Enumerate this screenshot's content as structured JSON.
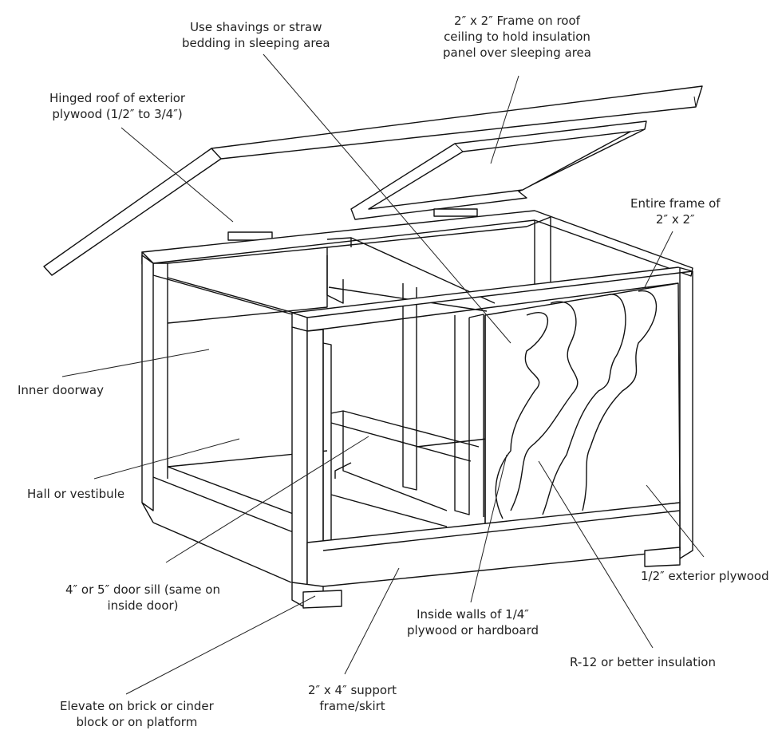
{
  "labels": {
    "bedding": [
      "Use shavings or straw",
      "bedding in sleeping area"
    ],
    "frame_roof": [
      "2″ x 2″  Frame on roof",
      "ceiling to hold insulation",
      "panel over sleeping area"
    ],
    "hinged_roof": [
      "Hinged roof of exterior",
      "plywood (1/2″ to 3/4″)"
    ],
    "entire_frame": [
      "Entire frame of",
      "2″ x 2″"
    ],
    "inner_doorway": [
      "Inner doorway"
    ],
    "hall": [
      "Hall or vestibule"
    ],
    "door_sill": [
      "4″ or 5″ door sill (same on",
      "inside door)"
    ],
    "inside_walls": [
      "Inside walls of 1/4″",
      "plywood or hardboard"
    ],
    "exterior_plywood": [
      "1/2″ exterior plywood"
    ],
    "insulation": [
      "R-12 or better insulation"
    ],
    "support_frame": [
      "2″ x 4″ support",
      "frame/skirt"
    ],
    "elevate": [
      "Elevate on brick or cinder",
      "block or on platform"
    ]
  }
}
